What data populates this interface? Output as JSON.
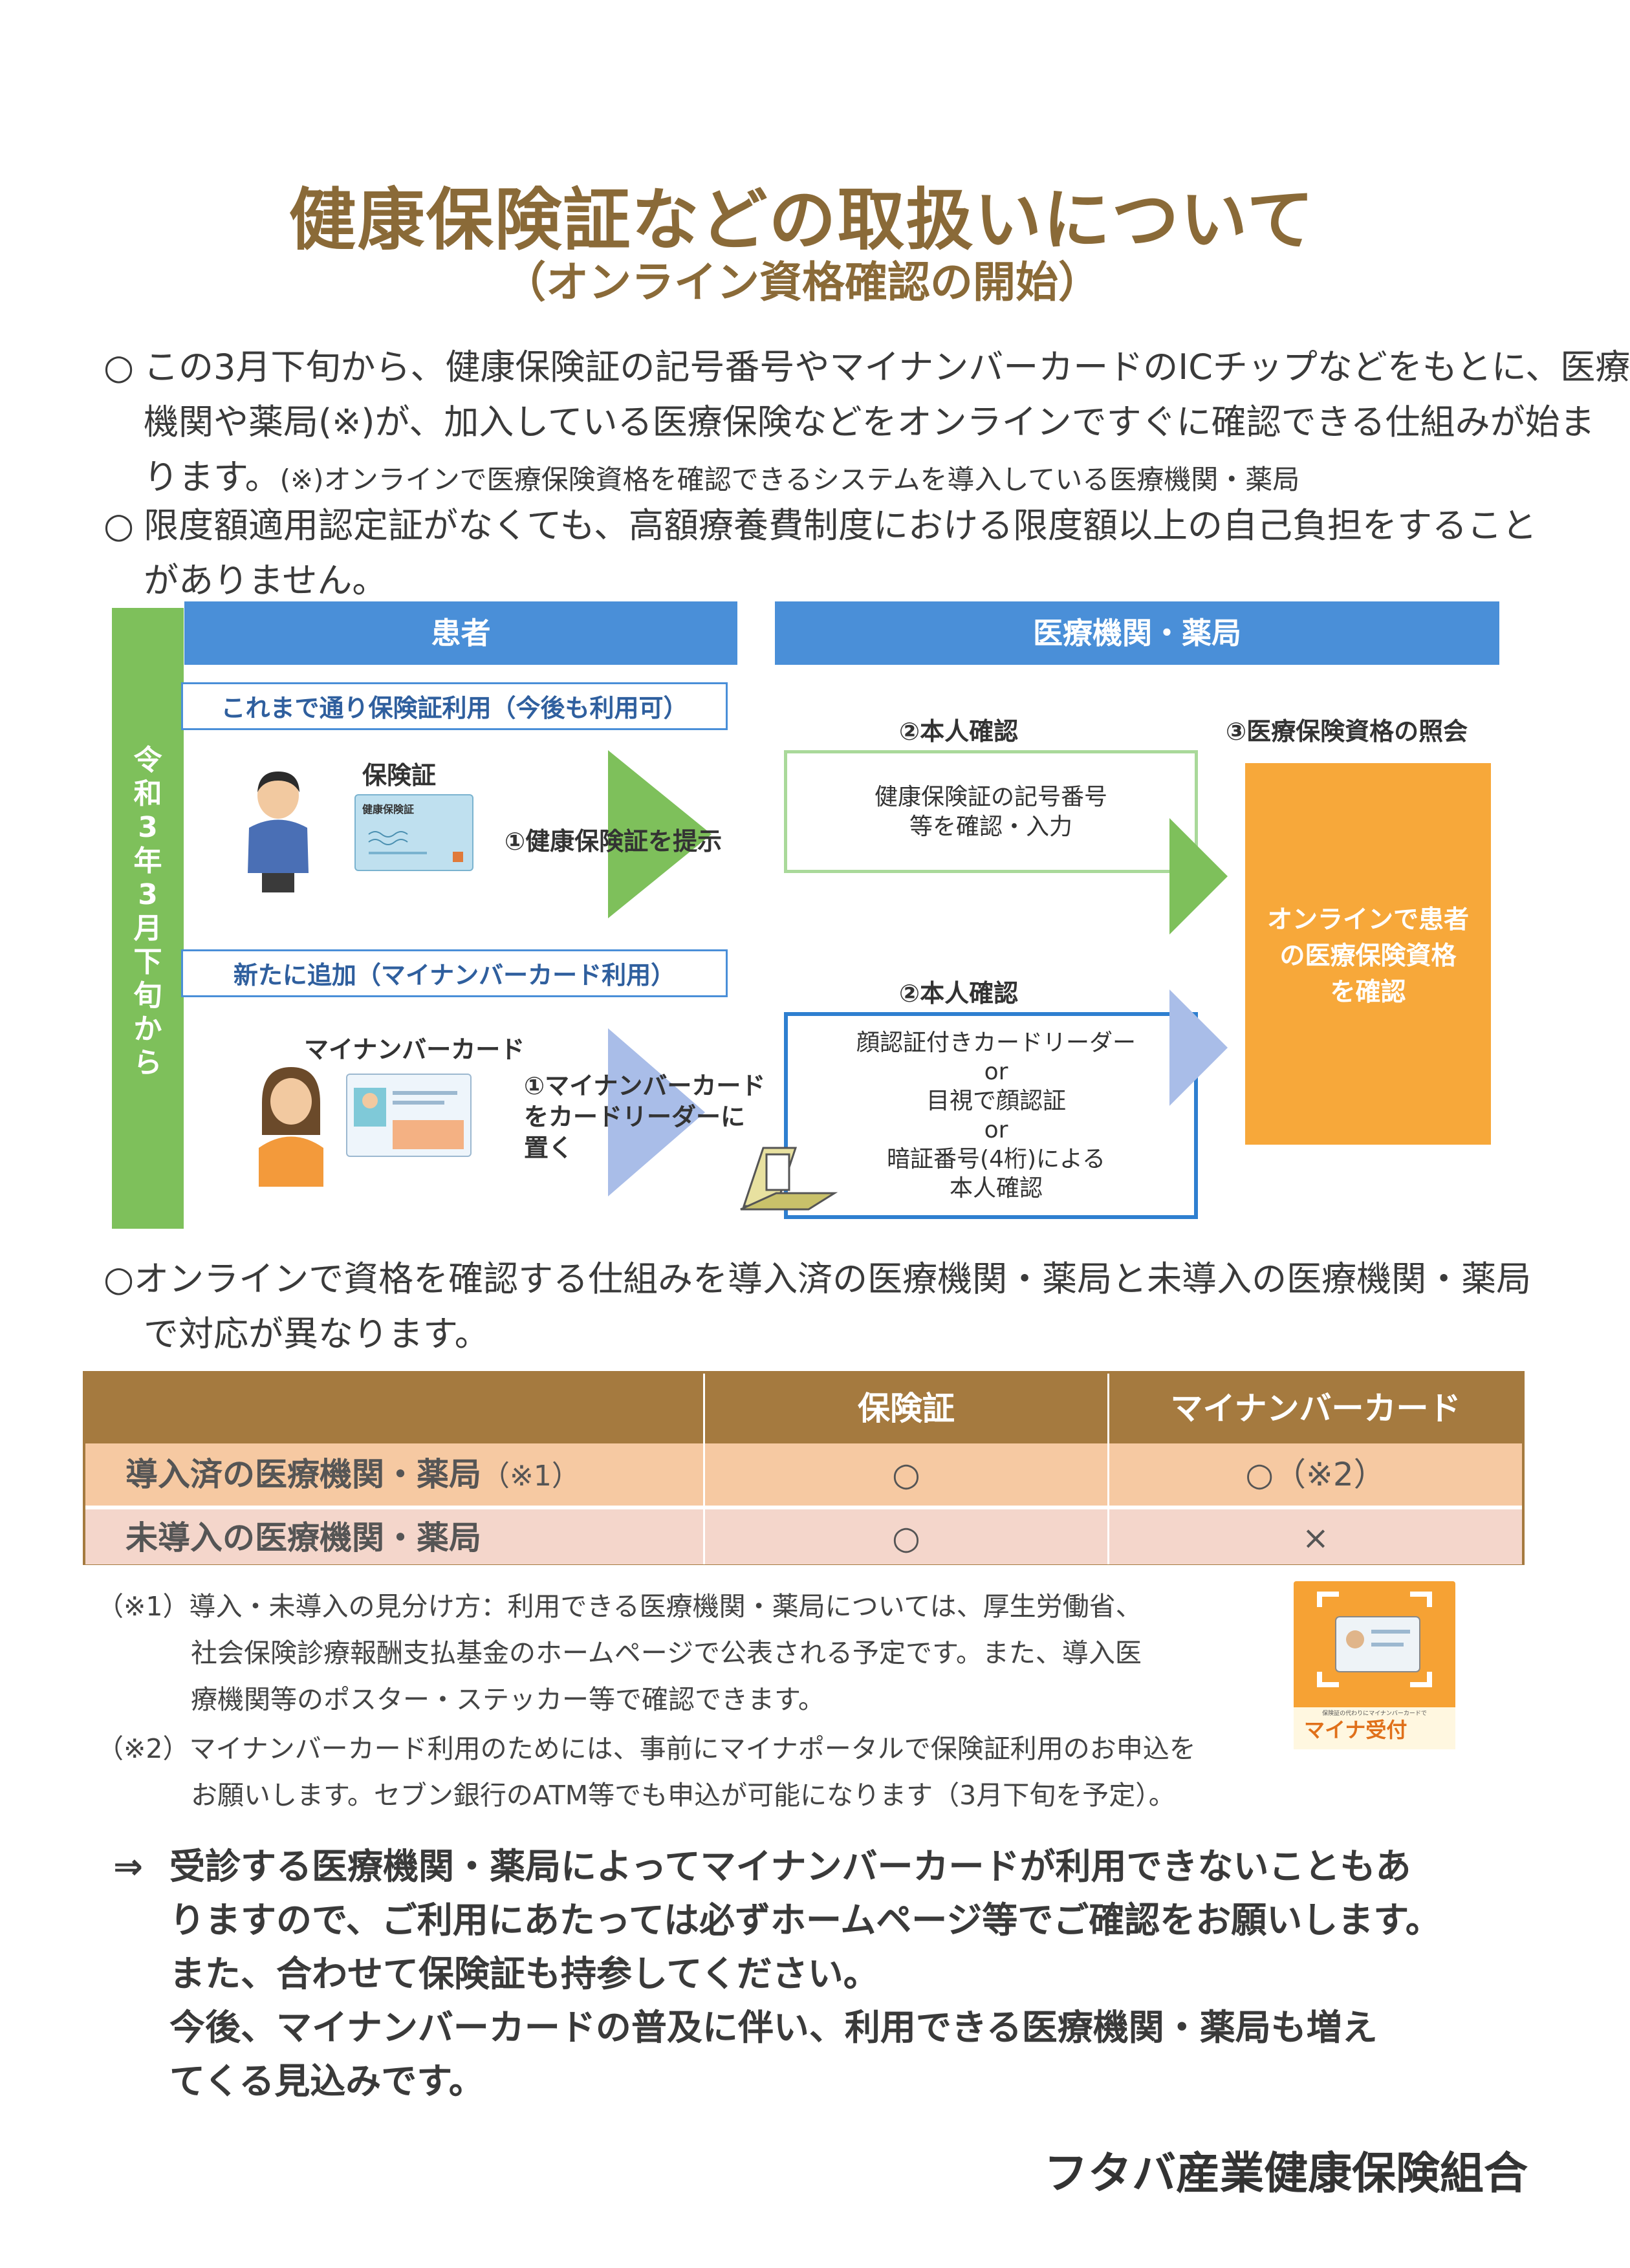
{
  "title": "健康保険証などの取扱いについて",
  "subtitle": "（オンライン資格確認の開始）",
  "intro": {
    "bullet": "○",
    "p1_l1": "この3月下旬から、健康保険証の記号番号やマイナンバーカードのICチップなどをもとに、医療",
    "p1_l2": "機関や薬局(※)が、加入している医療保険などをオンラインですぐに確認できる仕組みが始ま",
    "p1_l3a": "ります。",
    "p1_l3b": "(※)オンラインで医療保険資格を確認できるシステムを導入している医療機関・薬局",
    "p2_l1": "限度額適用認定証がなくても、高額療養費制度における限度額以上の自己負担をすること",
    "p2_l2": "がありません。"
  },
  "diagram": {
    "period": "令和3年3月下旬から",
    "patient_header": "患者",
    "facility_header": "医療機関・薬局",
    "row1_label": "これまで通り保険証利用（今後も利用可）",
    "row1_card_label": "保険証",
    "row1_card_face": "健康保険証",
    "row1_step1": "①健康保険証を提示",
    "row1_step2_title": "②本人確認",
    "row1_step2_l1": "健康保険証の記号番号",
    "row1_step2_l2": "等を確認・入力",
    "step3_title": "③医療保険資格の照会",
    "step3_l1": "オンラインで患者",
    "step3_l2": "の医療保険資格",
    "step3_l3": "を確認",
    "row2_label": "新たに追加（マイナンバーカード利用）",
    "row2_card_label": "マイナンバーカード",
    "row2_step1_l1": "①マイナンバーカード",
    "row2_step1_l2": "をカードリーダーに",
    "row2_step1_l3": "置く",
    "row2_step2_title": "②本人確認",
    "row2_step2_l1": "顔認証付きカードリーダー",
    "row2_step2_l2": "or",
    "row2_step2_l3": "目視で顔認証",
    "row2_step2_l4": "or",
    "row2_step2_l5": "暗証番号(4桁)による",
    "row2_step2_l6": "本人確認"
  },
  "section2": {
    "l1": "○オンラインで資格を確認する仕組みを導入済の医療機関・薬局と未導入の医療機関・薬局",
    "l2": "で対応が異なります。"
  },
  "table": {
    "headers": [
      "",
      "保険証",
      "マイナンバーカード"
    ],
    "rows": [
      {
        "label": "導入済の医療機関・薬局",
        "note": "（※1）",
        "insurance_card": "○",
        "my_number": "○（※2）"
      },
      {
        "label": "未導入の医療機関・薬局",
        "note": "",
        "insurance_card": "○",
        "my_number": "×"
      }
    ]
  },
  "notes": {
    "n1_l1": "（※1）導入・未導入の見分け方：利用できる医療機関・薬局については、厚生労働省、",
    "n1_l2": "社会保険診療報酬支払基金のホームページで公表される予定です。また、導入医",
    "n1_l3": "療機関等のポスター・ステッカー等で確認できます。",
    "n2_l1": "（※2）マイナンバーカード利用のためには、事前にマイナポータルで保険証利用のお申込を",
    "n2_l2": "お願いします。セブン銀行のATM等でも申込が可能になります（3月下旬を予定）。"
  },
  "sticker": {
    "caption": "保険証の代わりにマイナンバーカードで",
    "label": "マイナ受付"
  },
  "final": {
    "arrow": "⇒",
    "l1": "受診する医療機関・薬局によってマイナンバーカードが利用できないこともあ",
    "l2": "りますので、ご利用にあたっては必ずホームページ等でご確認をお願いします。",
    "l3": "また、合わせて保険証も持参してください。",
    "l4": "今後、マイナンバーカードの普及に伴い、利用できる医療機関・薬局も増え",
    "l5": "てくる見込みです。"
  },
  "organization": "フタバ産業健康保険組合",
  "colors": {
    "title": "#8a6a38",
    "header_blue": "#4a8fd8",
    "green": "#7ec05b",
    "orange": "#f7a83a",
    "table_brown": "#a57a3f"
  }
}
